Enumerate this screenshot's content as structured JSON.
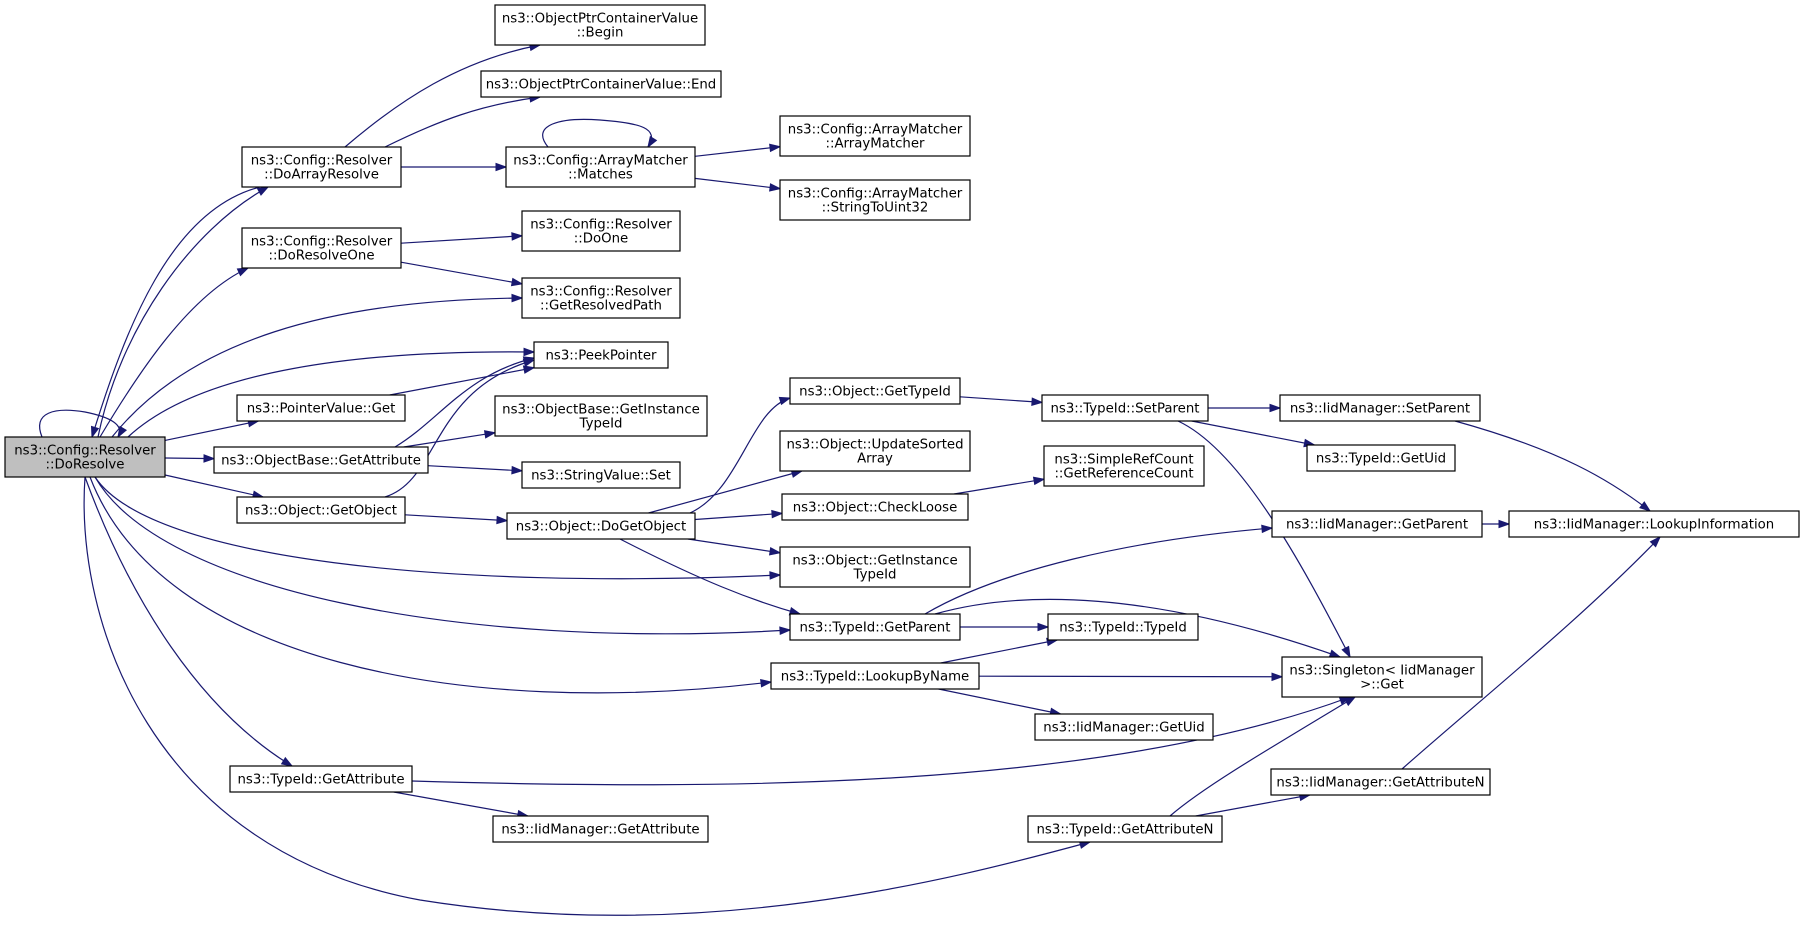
{
  "graph": {
    "edge_color": "#191970",
    "root_fill": "#bfbfbf",
    "nodes": [
      {
        "id": "doresolve",
        "lines": [
          "ns3::Config::Resolver",
          "::DoResolve"
        ],
        "root": true
      },
      {
        "id": "doarrayresolve",
        "lines": [
          "ns3::Config::Resolver",
          "::DoArrayResolve"
        ]
      },
      {
        "id": "doresolveone",
        "lines": [
          "ns3::Config::Resolver",
          "::DoResolveOne"
        ]
      },
      {
        "id": "pointervalue_get",
        "lines": [
          "ns3::PointerValue::Get"
        ]
      },
      {
        "id": "objectbase_getattribute",
        "lines": [
          "ns3::ObjectBase::GetAttribute"
        ]
      },
      {
        "id": "object_getobject",
        "lines": [
          "ns3::Object::GetObject"
        ]
      },
      {
        "id": "typeid_getattribute",
        "lines": [
          "ns3::TypeId::GetAttribute"
        ]
      },
      {
        "id": "optr_begin",
        "lines": [
          "ns3::ObjectPtrContainerValue",
          "::Begin"
        ]
      },
      {
        "id": "optr_end",
        "lines": [
          "ns3::ObjectPtrContainerValue::End"
        ]
      },
      {
        "id": "am_matches",
        "lines": [
          "ns3::Config::ArrayMatcher",
          "::Matches"
        ]
      },
      {
        "id": "doone",
        "lines": [
          "ns3::Config::Resolver",
          "::DoOne"
        ]
      },
      {
        "id": "getresolvedpath",
        "lines": [
          "ns3::Config::Resolver",
          "::GetResolvedPath"
        ]
      },
      {
        "id": "peekpointer",
        "lines": [
          "ns3::PeekPointer"
        ]
      },
      {
        "id": "ob_getinstancetypeid",
        "lines": [
          "ns3::ObjectBase::GetInstance",
          "TypeId"
        ]
      },
      {
        "id": "stringvalue_set",
        "lines": [
          "ns3::StringValue::Set"
        ]
      },
      {
        "id": "object_dogetobject",
        "lines": [
          "ns3::Object::DoGetObject"
        ]
      },
      {
        "id": "iid_getattribute",
        "lines": [
          "ns3::IidManager::GetAttribute"
        ]
      },
      {
        "id": "am_arraymatcher",
        "lines": [
          "ns3::Config::ArrayMatcher",
          "::ArrayMatcher"
        ]
      },
      {
        "id": "am_stringtouint32",
        "lines": [
          "ns3::Config::ArrayMatcher",
          "::StringToUint32"
        ]
      },
      {
        "id": "object_gettypeid",
        "lines": [
          "ns3::Object::GetTypeId"
        ]
      },
      {
        "id": "object_updatesortedarray",
        "lines": [
          "ns3::Object::UpdateSorted",
          "Array"
        ]
      },
      {
        "id": "object_checkloose",
        "lines": [
          "ns3::Object::CheckLoose"
        ]
      },
      {
        "id": "object_getinstancetypeid",
        "lines": [
          "ns3::Object::GetInstance",
          "TypeId"
        ]
      },
      {
        "id": "typeid_getparent",
        "lines": [
          "ns3::TypeId::GetParent"
        ]
      },
      {
        "id": "typeid_lookupbyname",
        "lines": [
          "ns3::TypeId::LookupByName"
        ]
      },
      {
        "id": "typeid_getattributen",
        "lines": [
          "ns3::TypeId::GetAttributeN"
        ]
      },
      {
        "id": "typeid_setparent",
        "lines": [
          "ns3::TypeId::SetParent"
        ]
      },
      {
        "id": "simplerefcount",
        "lines": [
          "ns3::SimpleRefCount",
          "::GetReferenceCount"
        ]
      },
      {
        "id": "typeid_typeid",
        "lines": [
          "ns3::TypeId::TypeId"
        ]
      },
      {
        "id": "iid_getuid",
        "lines": [
          "ns3::IidManager::GetUid"
        ]
      },
      {
        "id": "iid_setparent",
        "lines": [
          "ns3::IidManager::SetParent"
        ]
      },
      {
        "id": "typeid_getuid",
        "lines": [
          "ns3::TypeId::GetUid"
        ]
      },
      {
        "id": "iid_getparent",
        "lines": [
          "ns3::IidManager::GetParent"
        ]
      },
      {
        "id": "singleton_get",
        "lines": [
          "ns3::Singleton< IidManager",
          ">::Get"
        ]
      },
      {
        "id": "iid_getattributen",
        "lines": [
          "ns3::IidManager::GetAttributeN"
        ]
      },
      {
        "id": "iid_lookupinformation",
        "lines": [
          "ns3::IidManager::LookupInformation"
        ]
      }
    ],
    "edges": [
      [
        "doresolve",
        "doresolve"
      ],
      [
        "doresolve",
        "doarrayresolve"
      ],
      [
        "doresolve",
        "doresolveone"
      ],
      [
        "doresolve",
        "getresolvedpath"
      ],
      [
        "doresolve",
        "peekpointer"
      ],
      [
        "doresolve",
        "pointervalue_get"
      ],
      [
        "doresolve",
        "objectbase_getattribute"
      ],
      [
        "doresolve",
        "object_getobject"
      ],
      [
        "doresolve",
        "object_getinstancetypeid"
      ],
      [
        "doresolve",
        "typeid_getparent"
      ],
      [
        "doresolve",
        "typeid_lookupbyname"
      ],
      [
        "doresolve",
        "typeid_getattribute"
      ],
      [
        "doresolve",
        "typeid_getattributen"
      ],
      [
        "doarrayresolve",
        "doresolve"
      ],
      [
        "doarrayresolve",
        "optr_begin"
      ],
      [
        "doarrayresolve",
        "optr_end"
      ],
      [
        "doarrayresolve",
        "am_matches"
      ],
      [
        "am_matches",
        "am_matches"
      ],
      [
        "am_matches",
        "am_arraymatcher"
      ],
      [
        "am_matches",
        "am_stringtouint32"
      ],
      [
        "doresolveone",
        "doone"
      ],
      [
        "doresolveone",
        "getresolvedpath"
      ],
      [
        "pointervalue_get",
        "peekpointer"
      ],
      [
        "objectbase_getattribute",
        "peekpointer"
      ],
      [
        "objectbase_getattribute",
        "ob_getinstancetypeid"
      ],
      [
        "objectbase_getattribute",
        "stringvalue_set"
      ],
      [
        "object_getobject",
        "peekpointer"
      ],
      [
        "object_getobject",
        "object_dogetobject"
      ],
      [
        "object_dogetobject",
        "object_gettypeid"
      ],
      [
        "object_dogetobject",
        "object_updatesortedarray"
      ],
      [
        "object_dogetobject",
        "object_checkloose"
      ],
      [
        "object_dogetobject",
        "object_getinstancetypeid"
      ],
      [
        "object_dogetobject",
        "typeid_getparent"
      ],
      [
        "object_gettypeid",
        "typeid_setparent"
      ],
      [
        "object_checkloose",
        "simplerefcount"
      ],
      [
        "typeid_setparent",
        "iid_setparent"
      ],
      [
        "typeid_setparent",
        "typeid_getuid"
      ],
      [
        "typeid_setparent",
        "singleton_get"
      ],
      [
        "iid_setparent",
        "iid_lookupinformation"
      ],
      [
        "typeid_getparent",
        "iid_getparent"
      ],
      [
        "typeid_getparent",
        "typeid_typeid"
      ],
      [
        "typeid_getparent",
        "singleton_get"
      ],
      [
        "iid_getparent",
        "iid_lookupinformation"
      ],
      [
        "typeid_lookupbyname",
        "typeid_typeid"
      ],
      [
        "typeid_lookupbyname",
        "singleton_get"
      ],
      [
        "typeid_lookupbyname",
        "iid_getuid"
      ],
      [
        "typeid_getattribute",
        "singleton_get"
      ],
      [
        "typeid_getattribute",
        "iid_getattribute"
      ],
      [
        "typeid_getattributen",
        "singleton_get"
      ],
      [
        "typeid_getattributen",
        "iid_getattributen"
      ],
      [
        "iid_getattributen",
        "iid_lookupinformation"
      ]
    ]
  }
}
